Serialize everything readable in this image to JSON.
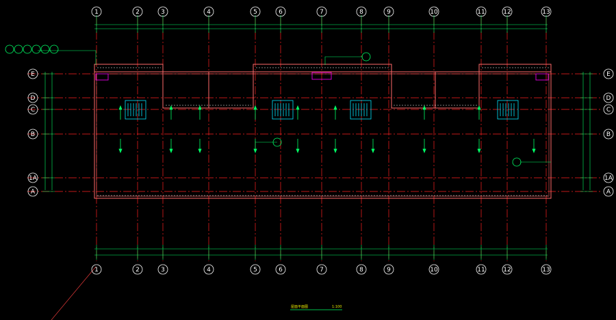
{
  "drawing": {
    "title": "屋面平面图",
    "scale": "1:100",
    "colors": {
      "background": "#000000",
      "grid_axis": "#ff2020",
      "wall": "#ff6a6a",
      "dimension": "#00ff66",
      "bubble": "#ffffff",
      "stair": "#00e5ff",
      "accent": "#d000d0"
    }
  },
  "grid": {
    "columns": [
      {
        "label": "1"
      },
      {
        "label": "2"
      },
      {
        "label": "3"
      },
      {
        "label": "4"
      },
      {
        "label": "5"
      },
      {
        "label": "6"
      },
      {
        "label": "7"
      },
      {
        "label": "8"
      },
      {
        "label": "9"
      },
      {
        "label": "10"
      },
      {
        "label": "11"
      },
      {
        "label": "12"
      },
      {
        "label": "13"
      }
    ],
    "rows": [
      {
        "label": "E"
      },
      {
        "label": "D"
      },
      {
        "label": "C"
      },
      {
        "label": "B"
      },
      {
        "label": "1A"
      },
      {
        "label": "A"
      }
    ]
  }
}
